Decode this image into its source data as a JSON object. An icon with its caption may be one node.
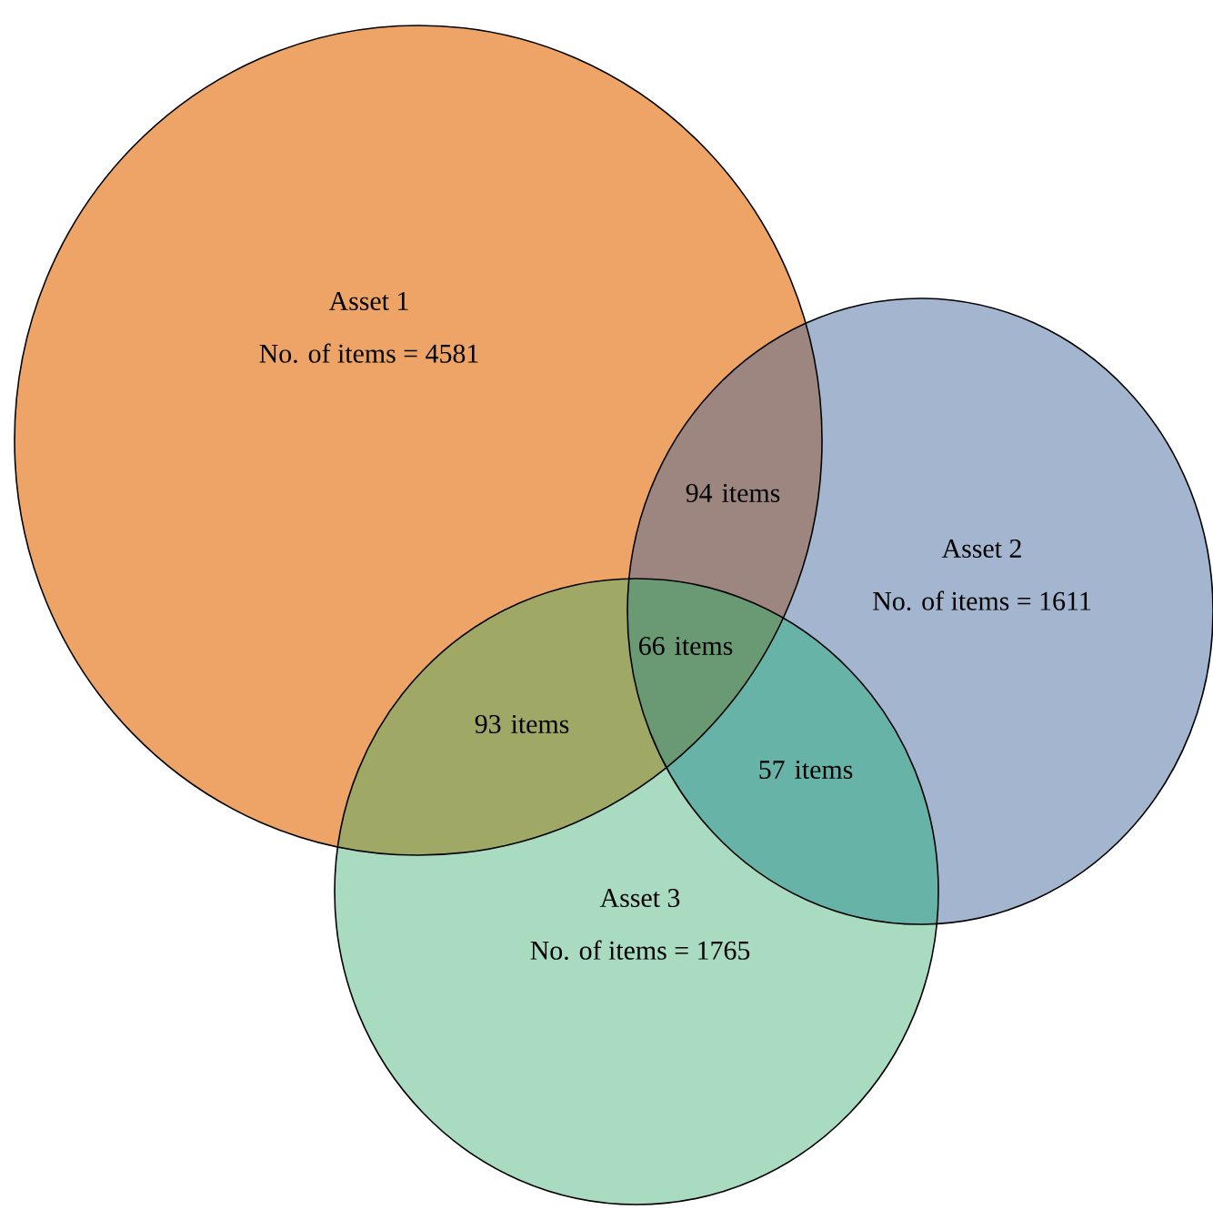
{
  "diagram": {
    "nodes": [
      {
        "text": [
          "Asset 1",
          "No. of items = 4581"
        ]
      },
      {
        "text": [
          "Asset 2",
          "No. of items = 1611"
        ]
      },
      {
        "text": [
          "Asset 3",
          "No. of items = 1765"
        ]
      }
    ],
    "labels": [
      "94 items",
      "66 items",
      "93 items",
      "57 items"
    ]
  }
}
